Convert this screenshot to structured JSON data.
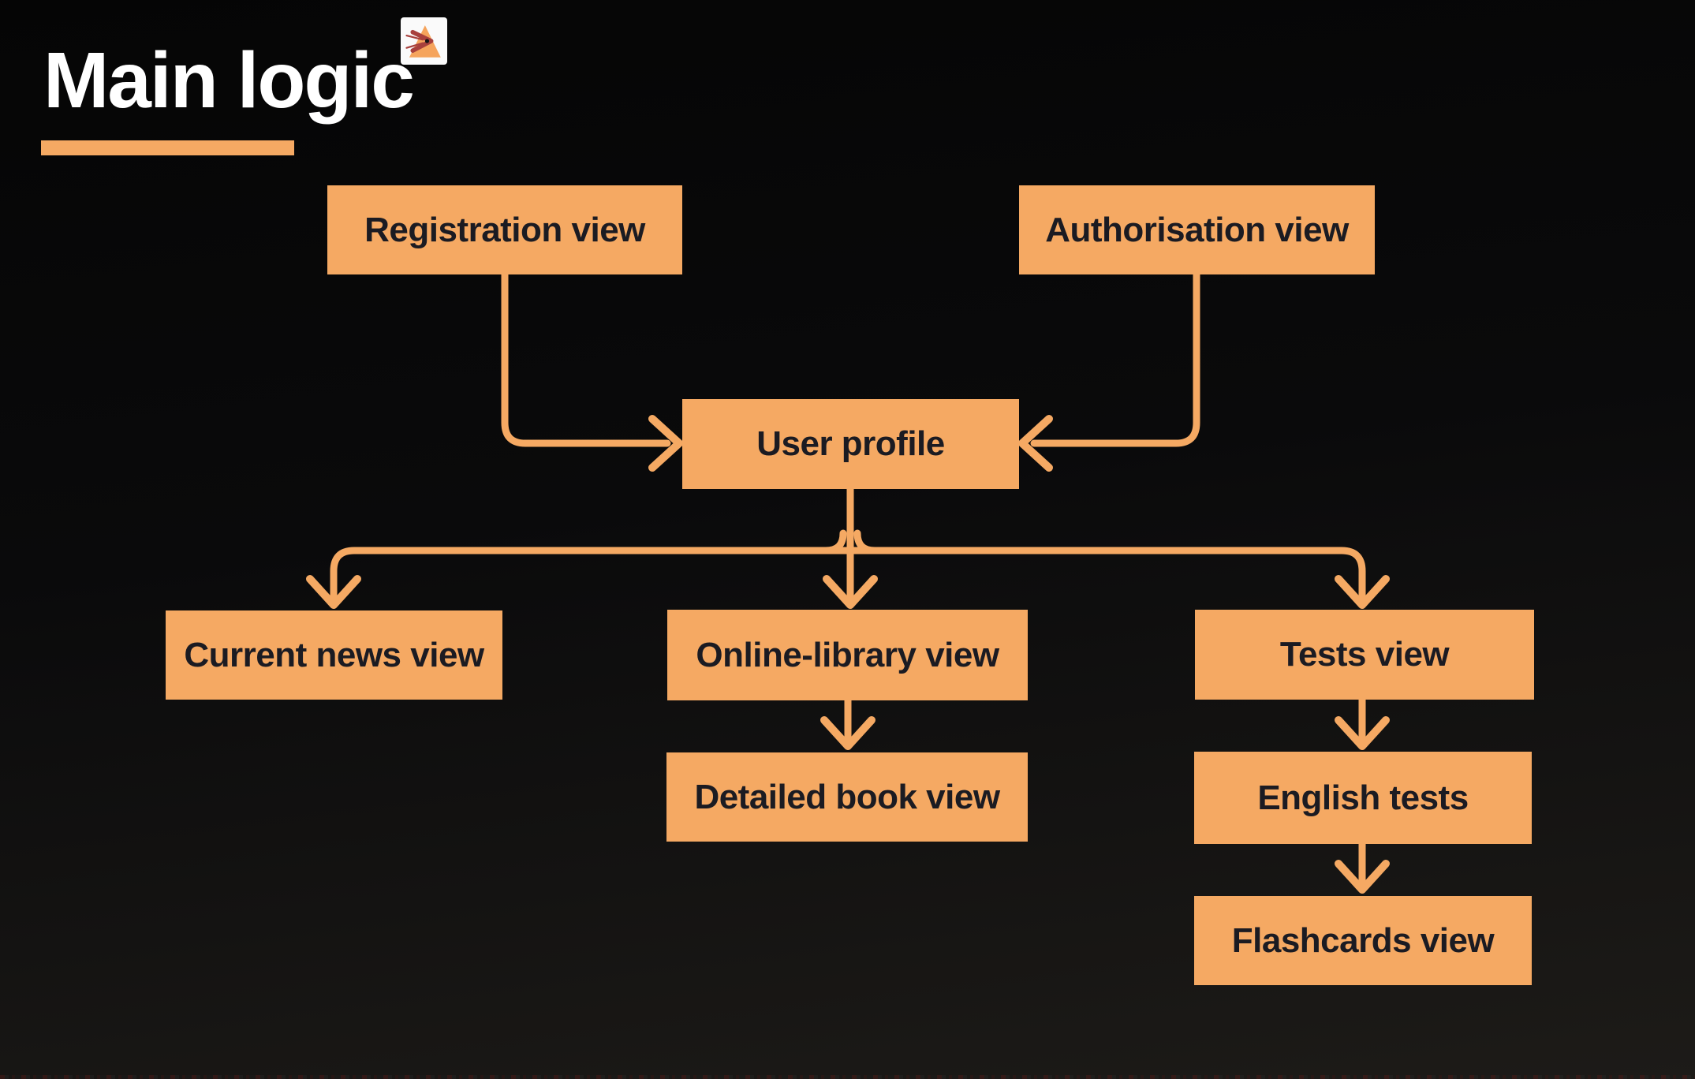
{
  "slide": {
    "title": "Main logic",
    "logo_icon": "arrow-triangle-logo"
  },
  "colors": {
    "accent": "#F5A963",
    "node_text": "#1B1B22",
    "title_text": "#FFFFFF",
    "background_top": "#050505",
    "background_bottom": "#1D1B18",
    "logo_arrow": "#A8403C",
    "logo_triangle": "#F5A45C"
  },
  "diagram": {
    "type": "flowchart",
    "nodes": [
      {
        "id": "registration-view",
        "label": "Registration view"
      },
      {
        "id": "authorisation-view",
        "label": "Authorisation view"
      },
      {
        "id": "user-profile",
        "label": "User profile"
      },
      {
        "id": "current-news-view",
        "label": "Current news view"
      },
      {
        "id": "online-library-view",
        "label": "Online-library view"
      },
      {
        "id": "tests-view",
        "label": "Tests view"
      },
      {
        "id": "detailed-book-view",
        "label": "Detailed book view"
      },
      {
        "id": "english-tests",
        "label": "English tests"
      },
      {
        "id": "flashcards-view",
        "label": "Flashcards view"
      }
    ],
    "edges": [
      {
        "from": "registration-view",
        "to": "user-profile"
      },
      {
        "from": "authorisation-view",
        "to": "user-profile"
      },
      {
        "from": "user-profile",
        "to": "current-news-view"
      },
      {
        "from": "user-profile",
        "to": "online-library-view"
      },
      {
        "from": "user-profile",
        "to": "tests-view"
      },
      {
        "from": "online-library-view",
        "to": "detailed-book-view"
      },
      {
        "from": "tests-view",
        "to": "english-tests"
      },
      {
        "from": "english-tests",
        "to": "flashcards-view"
      }
    ]
  }
}
